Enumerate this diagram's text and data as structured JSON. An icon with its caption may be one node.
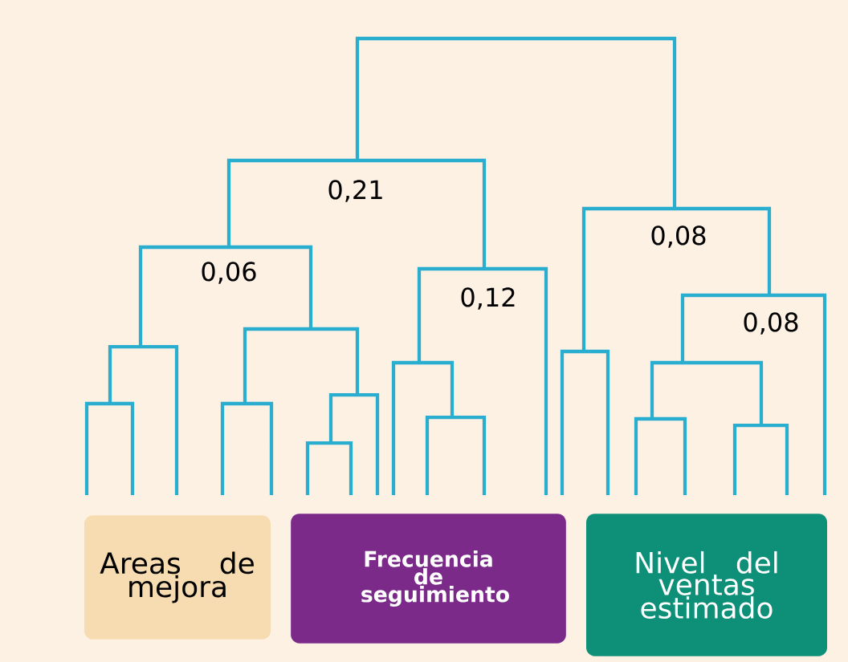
{
  "diagram": {
    "nodes": [
      {
        "text": [
          "Areas de mejora"
        ]
      },
      {
        "text": [
          "Frecuencia de seguimiento"
        ]
      },
      {
        "text": [
          "Nivel del ventas estimado"
        ]
      }
    ],
    "labels": [
      "0,21",
      "0,06",
      "0,12",
      "0,08",
      "0,08"
    ]
  }
}
